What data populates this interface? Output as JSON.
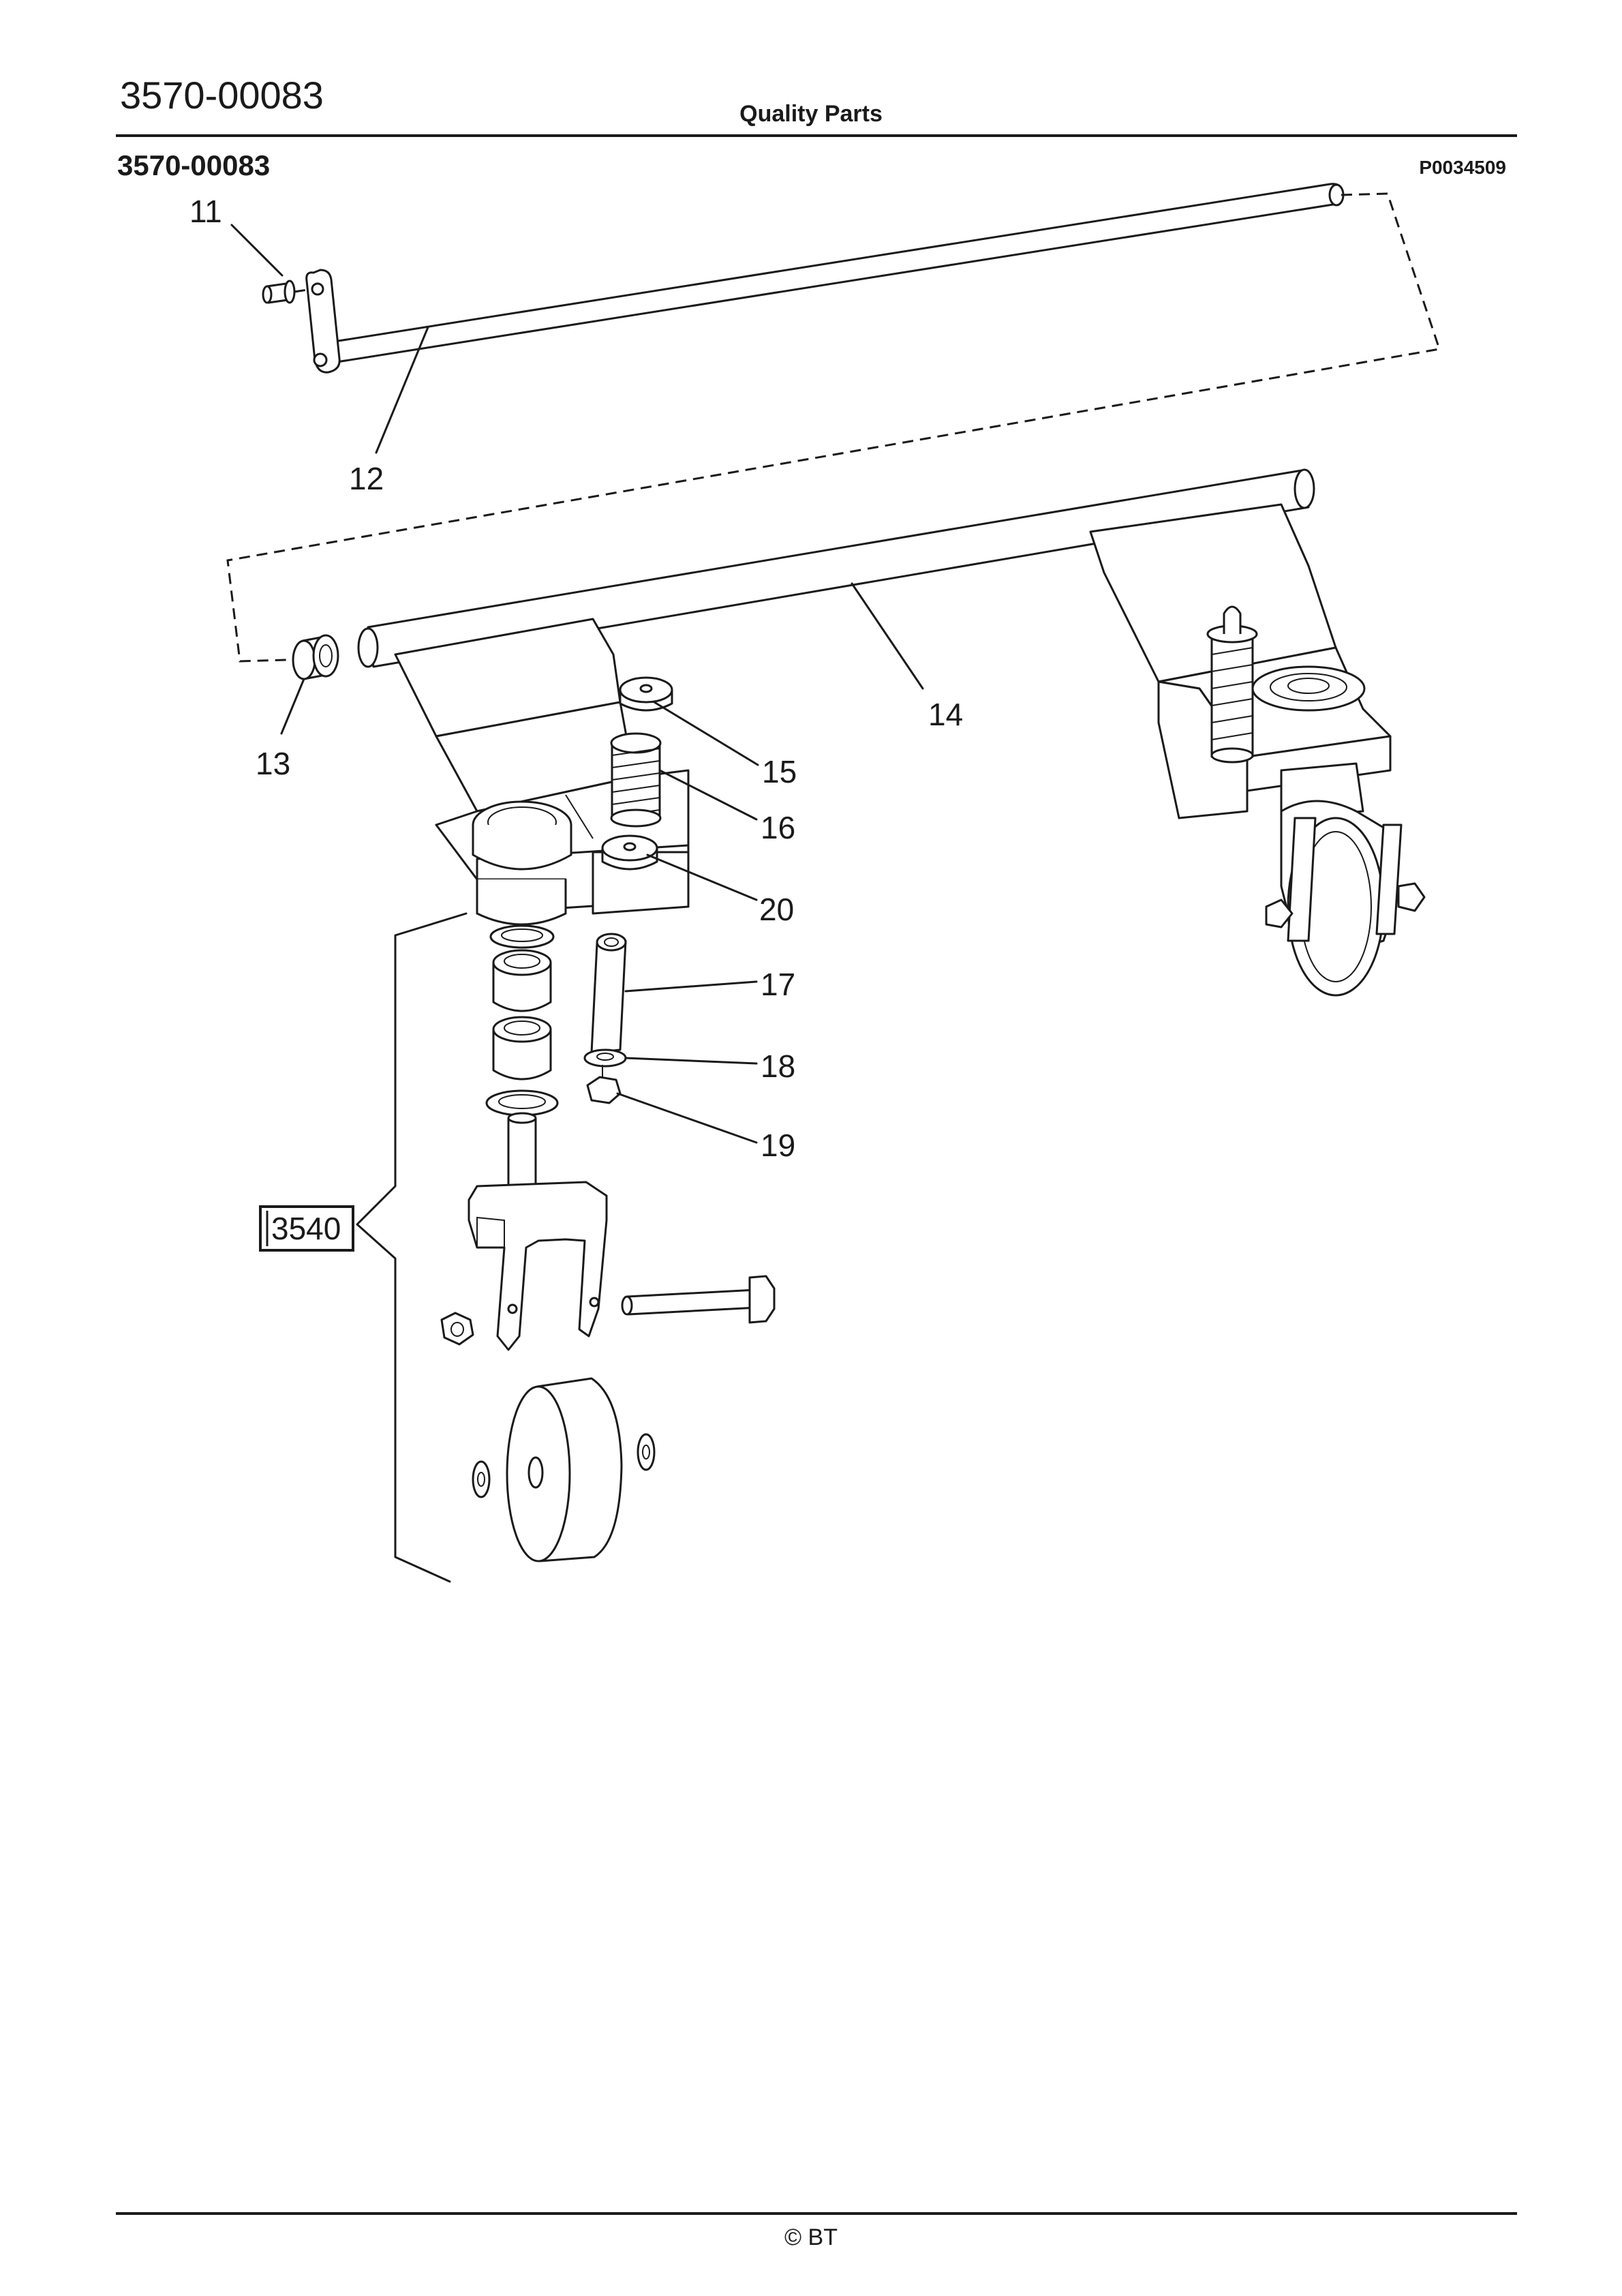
{
  "header": {
    "doc_number": "3570-00083",
    "title": "Quality Parts",
    "diagram_number": "3570-00083",
    "figure_code": "P0034509"
  },
  "callouts": {
    "c11": "11",
    "c12": "12",
    "c13": "13",
    "c14": "14",
    "c15": "15",
    "c16": "16",
    "c17": "17",
    "c18": "18",
    "c19": "19",
    "c20": "20"
  },
  "reference_box": "3540",
  "footer": {
    "copyright": "© BT"
  }
}
